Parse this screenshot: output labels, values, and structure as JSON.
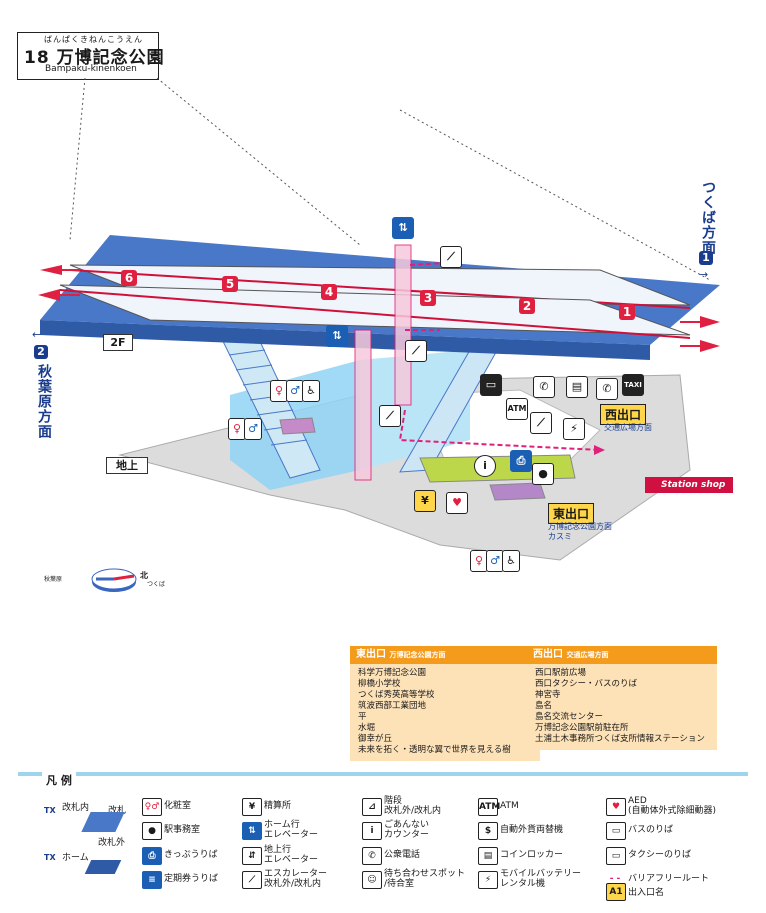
{
  "station": {
    "number": "18",
    "name": "万博記念公園",
    "ruby": "ばんぱくきねんこうえん",
    "romaji": "Bampaku-kinenkoen"
  },
  "directions": {
    "tsukuba": {
      "label": "つくば方面",
      "platform": "1"
    },
    "akihabara": {
      "label": "秋葉原方面",
      "platform": "2"
    }
  },
  "floors": {
    "upper": "2F",
    "ground": "地上"
  },
  "car_numbers": [
    "6",
    "5",
    "4",
    "3",
    "2",
    "1"
  ],
  "exits": {
    "west": {
      "label": "西出口",
      "dest": "交通広場方面"
    },
    "east": {
      "label": "東出口",
      "dest": "万博記念公園方面\nカスミ"
    }
  },
  "shop": {
    "label": "Station shop"
  },
  "compass": {
    "north": "北",
    "tsukuba": "つくば",
    "akihabara": "秋葉原"
  },
  "map_icons": {
    "atm": "ATM",
    "taxi": "TAXI"
  },
  "east_panel": {
    "title": "東出口",
    "subtitle": "万博記念公園方面",
    "places": [
      "科学万博記念公園",
      "柳橋小学校",
      "つくば秀英高等学校",
      "筑波西部工業団地",
      "平",
      "水堀",
      "御幸が丘",
      "未来を拓く・透明な翼で世界を見える樹"
    ]
  },
  "west_panel": {
    "title": "西出口",
    "subtitle": "交通広場方面",
    "places": [
      "西口駅前広場",
      "西口タクシー・バスのりば",
      "神宮寺",
      "島名",
      "島名交流センター",
      "万博記念公園駅前駐在所",
      "土浦土木事務所つくば支所情報ステーション"
    ]
  },
  "legend": {
    "title": "凡 例",
    "gate_inside": "改札内",
    "gate": "改札",
    "gate_outside": "改札外",
    "home": "ホーム",
    "tx_logo": "TX",
    "items": [
      {
        "icon": "toilet-icon",
        "label": "化粧室"
      },
      {
        "icon": "fare-adjust-icon",
        "label": "精算所"
      },
      {
        "icon": "stairs-icon",
        "label": "階段\n改札外/改札内"
      },
      {
        "icon": "atm-icon",
        "label": "ATM"
      },
      {
        "icon": "aed-icon",
        "label": "AED\n(自動体外式除細動器)"
      },
      {
        "icon": "station-office-icon",
        "label": "駅事務室"
      },
      {
        "icon": "platform-elevator-icon",
        "label": "ホーム行\nエレベーター"
      },
      {
        "icon": "info-counter-icon",
        "label": "ごあんない\nカウンター"
      },
      {
        "icon": "currency-exchange-icon",
        "label": "自動外貨両替機"
      },
      {
        "icon": "bus-icon",
        "label": "バスのりば"
      },
      {
        "icon": "ticket-icon",
        "label": "きっぷうりば"
      },
      {
        "icon": "ground-elevator-icon",
        "label": "地上行\nエレベーター"
      },
      {
        "icon": "phone-icon",
        "label": "公衆電話"
      },
      {
        "icon": "locker-icon",
        "label": "コインロッカー"
      },
      {
        "icon": "taxi-icon",
        "label": "タクシーのりば"
      },
      {
        "icon": "commuter-pass-icon",
        "label": "定期券うりば"
      },
      {
        "icon": "escalator-icon",
        "label": "エスカレーター\n改札外/改札内"
      },
      {
        "icon": "meeting-spot-icon",
        "label": "待ち合わせスポット\n/待合室"
      },
      {
        "icon": "battery-rental-icon",
        "label": "モバイルバッテリー\nレンタル機"
      },
      {
        "icon": "barrier-free-route-icon",
        "label": "バリアフリールート"
      },
      {
        "icon": "exit-name-icon",
        "label": "出入口名",
        "badge": "A1"
      }
    ]
  },
  "colors": {
    "platform": "#4a78c8",
    "ground": "#d8d8d8",
    "accent_pink": "#e0207a",
    "exit_yellow": "#ffd54a",
    "panel_orange": "#f59b1c"
  }
}
